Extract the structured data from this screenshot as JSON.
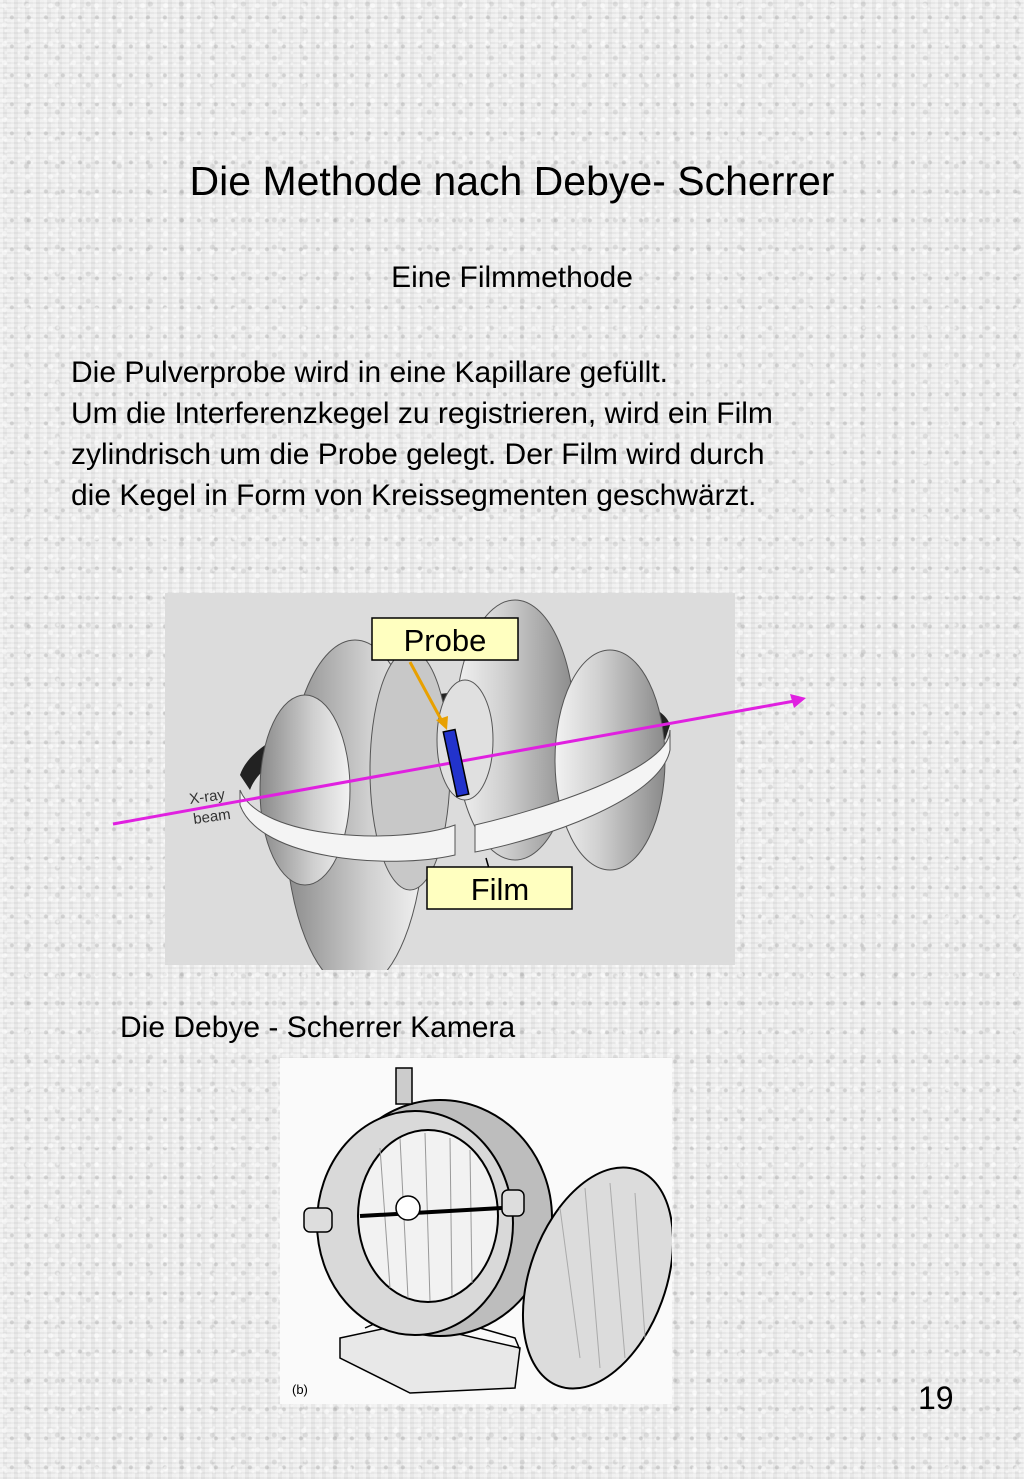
{
  "title": "Die Methode nach Debye- Scherrer",
  "subtitle": "Eine Filmmethode",
  "paragraph_lines": [
    "Die Pulverprobe wird in eine Kapillare gefüllt.",
    "Um die Interferenzkegel zu registrieren, wird ein Film",
    "zylindrisch um die Probe gelegt. Der Film wird durch",
    "die Kegel in Form von Kreissegmenten geschwärzt."
  ],
  "figure1": {
    "label_probe": "Probe",
    "label_film": "Film",
    "label_xray_1": "X-ray",
    "label_xray_2": "beam",
    "beam_color": "#e020e0",
    "sample_color": "#2233cc",
    "label_box_color": "#ffffc0",
    "arrow_color": "#e8a000"
  },
  "caption2": "Die Debye - Scherrer Kamera",
  "figure2": {
    "label": "(b)"
  },
  "page_number": "19"
}
